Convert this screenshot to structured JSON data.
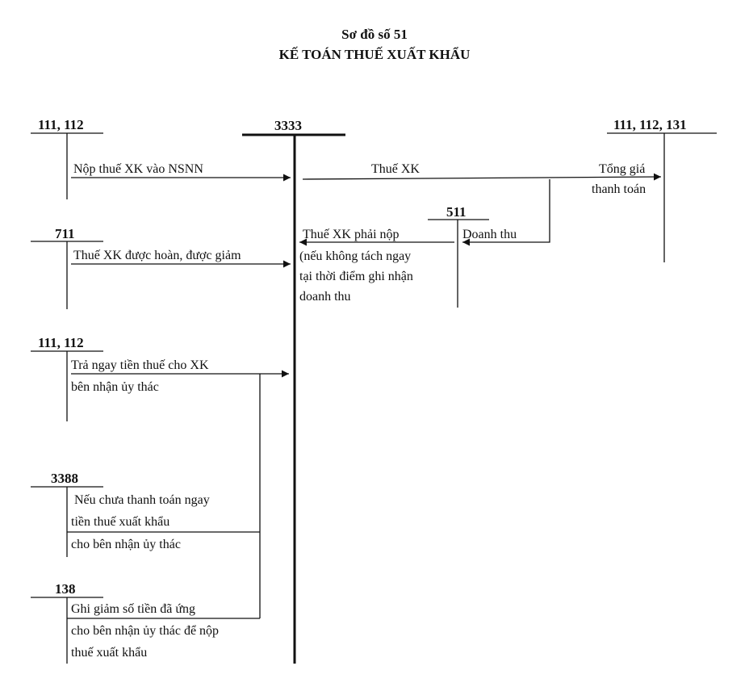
{
  "header": {
    "line1": "Sơ đồ số 51",
    "line2": "KẾ TOÁN THUẾ XUẤT KHẨU"
  },
  "accounts": {
    "cash_top": "111, 112",
    "tax_3333": "3333",
    "cash_receivable": "111, 112, 131",
    "revenue_511": "511",
    "other_income_711": "711",
    "cash_mid": "111, 112",
    "payable_3388": "3388",
    "advance_138": "138"
  },
  "labels": {
    "pay_tax": "Nộp thuế XK vào NSNN",
    "export_tax": "Thuế XK",
    "total_price_1": "Tổng giá",
    "total_price_2": "thanh toán",
    "tax_payable": "Thuế XK phải nộp",
    "revenue": "Doanh thu",
    "note_1": "(nếu không tách ngay",
    "note_2": "tại thời điểm ghi nhận",
    "note_3": "doanh thu",
    "refund": "Thuế XK được hoàn, được giảm",
    "pay_now_1": "Trả ngay tiền thuế cho XK",
    "pay_now_2": "bên nhận ủy thác",
    "unpaid_1": "Nếu chưa thanh toán ngay",
    "unpaid_2": "tiền thuế xuất khẩu",
    "unpaid_3": "cho bên nhận ủy thác",
    "reduce_1": "Ghi giảm số tiền đã ứng",
    "reduce_2": "cho bên nhận ủy thác để nộp",
    "reduce_3": "thuế xuất khẩu"
  }
}
